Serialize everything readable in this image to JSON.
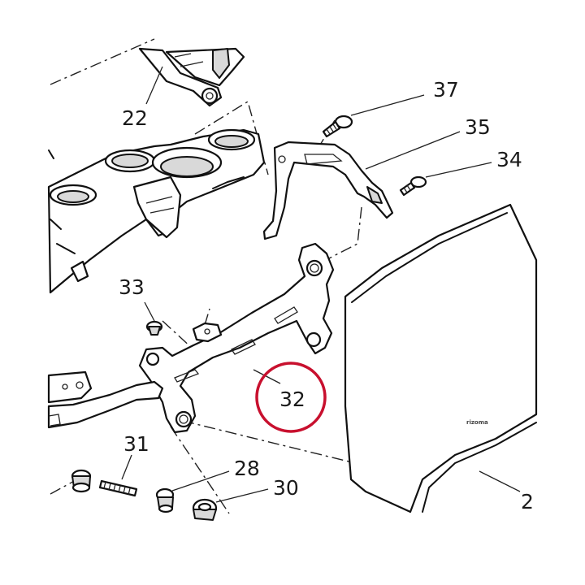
{
  "callouts": {
    "c22": "22",
    "c37": "37",
    "c35": "35",
    "c34": "34",
    "c33": "33",
    "c32": "32",
    "c31": "31",
    "c28": "28",
    "c30": "30",
    "c2": "2"
  },
  "windscreen_logo": "rizoma",
  "highlight_color": "#c8102e"
}
